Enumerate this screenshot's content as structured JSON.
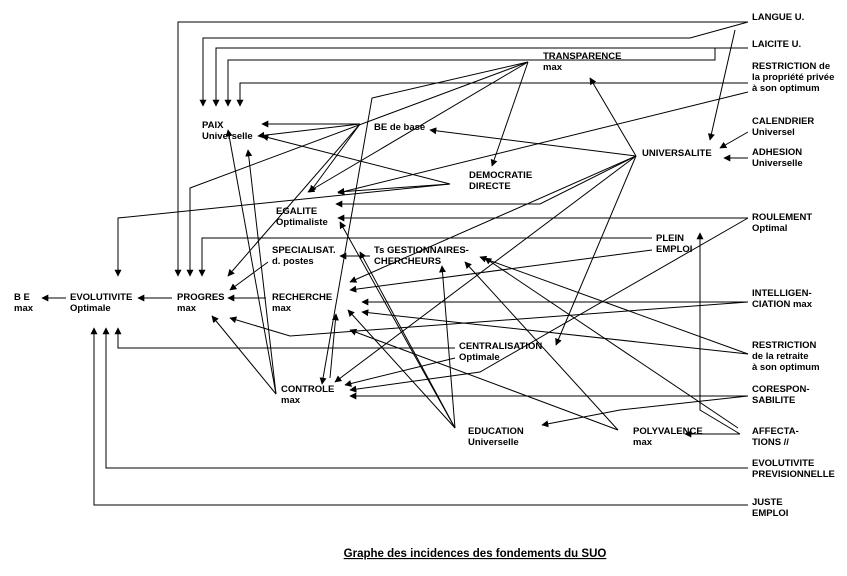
{
  "caption": "Graphe des incidences des fondements du SUO",
  "nodes": [
    {
      "id": "be",
      "lines": [
        "B E",
        "max"
      ]
    },
    {
      "id": "evolutivite",
      "lines": [
        "EVOLUTIVITE",
        "Optimale"
      ]
    },
    {
      "id": "progres",
      "lines": [
        "PROGRES",
        "max"
      ]
    },
    {
      "id": "recherche",
      "lines": [
        "RECHERCHE",
        "max"
      ]
    },
    {
      "id": "paix",
      "lines": [
        "PAIX",
        "Universelle"
      ]
    },
    {
      "id": "be_base",
      "lines": [
        "BE de base"
      ]
    },
    {
      "id": "egalite",
      "lines": [
        "EGALITE",
        "Optimaliste"
      ]
    },
    {
      "id": "specialisat",
      "lines": [
        "SPECIALISAT.",
        "d. postes"
      ]
    },
    {
      "id": "gestionnaires",
      "lines": [
        "Ts GESTIONNAIRES-",
        "CHERCHEURS"
      ]
    },
    {
      "id": "democratie",
      "lines": [
        "DEMOCRATIE",
        "DIRECTE"
      ]
    },
    {
      "id": "transparence",
      "lines": [
        "TRANSPARENCE",
        "max"
      ]
    },
    {
      "id": "universalite",
      "lines": [
        "UNIVERSALITE"
      ]
    },
    {
      "id": "plein_emploi",
      "lines": [
        "PLEIN",
        "EMPLOI"
      ]
    },
    {
      "id": "centralisation",
      "lines": [
        "CENTRALISATION",
        "Optimale"
      ]
    },
    {
      "id": "controle",
      "lines": [
        "CONTROLE",
        "max"
      ]
    },
    {
      "id": "education",
      "lines": [
        "EDUCATION",
        "Universelle"
      ]
    },
    {
      "id": "polyvalence",
      "lines": [
        "POLYVALENCE",
        "max"
      ]
    },
    {
      "id": "langue",
      "lines": [
        "LANGUE U."
      ]
    },
    {
      "id": "laicite",
      "lines": [
        "LAICITE U."
      ]
    },
    {
      "id": "restriction_propriete",
      "lines": [
        "RESTRICTION de",
        "la propriété privée",
        "à son optimum"
      ]
    },
    {
      "id": "calendrier",
      "lines": [
        "CALENDRIER",
        "Universel"
      ]
    },
    {
      "id": "adhesion",
      "lines": [
        "ADHESION",
        "Universelle"
      ]
    },
    {
      "id": "roulement",
      "lines": [
        "ROULEMENT",
        "Optimal"
      ]
    },
    {
      "id": "intelligenciation",
      "lines": [
        "INTELLIGEN-",
        "CIATION max"
      ]
    },
    {
      "id": "restriction_retraite",
      "lines": [
        "RESTRICTION",
        "de la retraite",
        "à son optimum"
      ]
    },
    {
      "id": "corresponsabilite",
      "lines": [
        "CORESPON-",
        "SABILITE"
      ]
    },
    {
      "id": "affectations",
      "lines": [
        "AFFECTA-",
        "TIONS //"
      ]
    },
    {
      "id": "evolutivite_prev",
      "lines": [
        "EVOLUTIVITE",
        "PREVISIONNELLE"
      ]
    },
    {
      "id": "juste_emploi",
      "lines": [
        "JUSTE",
        "EMPLOI"
      ]
    }
  ]
}
